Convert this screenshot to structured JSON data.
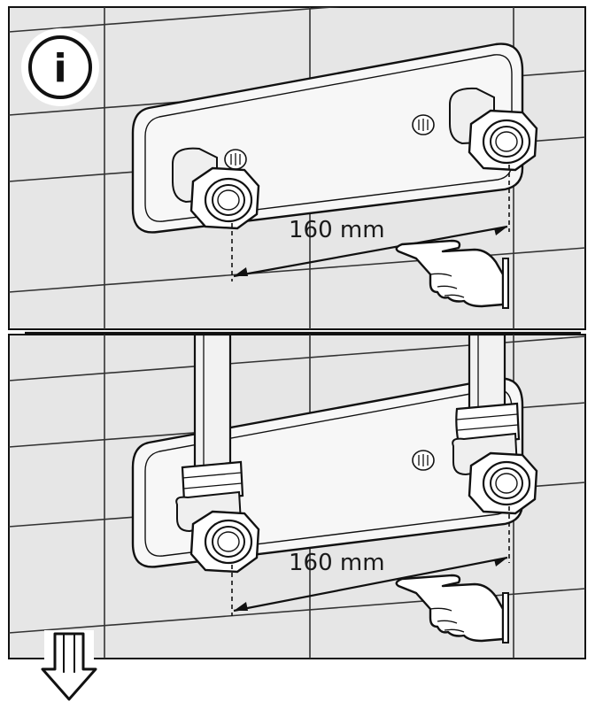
{
  "info_badge": {
    "glyph": "i",
    "icon": "info-icon"
  },
  "panels": [
    {
      "id": "panel-top",
      "dimension_label": "160 mm",
      "pipes_connected": false
    },
    {
      "id": "panel-bottom",
      "dimension_label": "160 mm",
      "pipes_connected": true
    }
  ],
  "icons": {
    "pointing_hand": "pointing-hand-icon",
    "continue_arrow": "arrow-down-icon"
  },
  "colors": {
    "panel_bg": "#e6e6e6",
    "plate": "#f7f7f7",
    "line": "#111111"
  }
}
